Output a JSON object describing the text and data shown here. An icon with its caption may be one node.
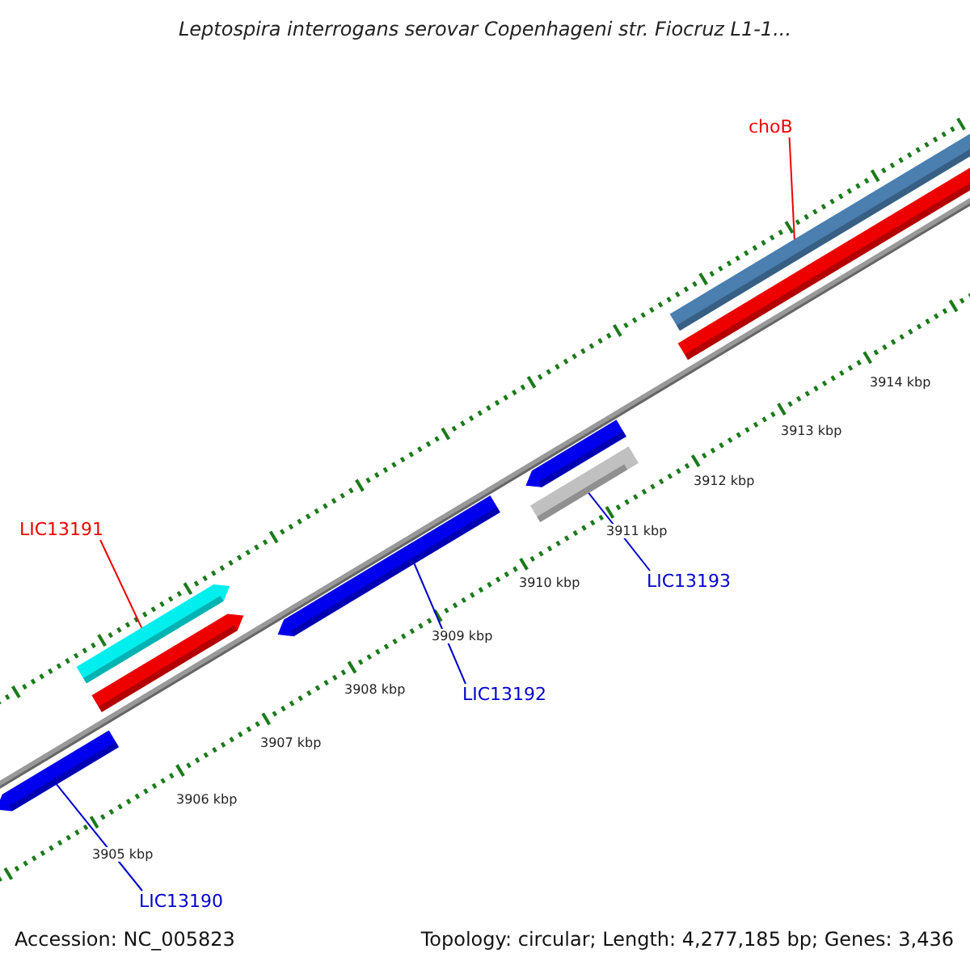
{
  "diagram": {
    "title": "Leptospira interrogans serovar Copenhageni str. Fiocruz L1-1...",
    "nodes": [
      {
        "text": [
          "choB"
        ]
      },
      {
        "text": [],
        "shape": "bar"
      },
      {
        "text": [
          "LIC13191"
        ]
      },
      {
        "text": [],
        "shape": "bar"
      },
      {
        "text": [
          "LIC13192"
        ]
      },
      {
        "text": [],
        "shape": "bar"
      },
      {
        "text": [
          "LIC13193"
        ]
      },
      {
        "text": [],
        "shape": "bar"
      },
      {
        "text": [
          "LIC13190"
        ]
      },
      {
        "text": [],
        "shape": "bar"
      },
      {
        "text": [],
        "shape": "bar"
      },
      {
        "text": [],
        "shape": "bar"
      },
      {
        "text": [],
        "shape": "bar"
      }
    ],
    "edges": [
      {
        "from": 0,
        "to": 1,
        "arrow": "none",
        "color": "#ee0000"
      },
      {
        "from": 2,
        "to": 3,
        "arrow": "none",
        "color": "#ee0000"
      },
      {
        "from": 4,
        "to": 5,
        "arrow": "none"
      },
      {
        "from": 6,
        "to": 7,
        "arrow": "none"
      },
      {
        "from": 8,
        "to": 9,
        "arrow": "none"
      }
    ],
    "labels": [
      "3914 kbp",
      "3913 kbp",
      "3912 kbp",
      "3911 kbp",
      "3910 kbp",
      "3909 kbp",
      "3908 kbp",
      "3907 kbp",
      "3906 kbp",
      "3905 kbp",
      "Accession: NC_005823",
      "Topology: circular; Length: 4,277,185 bp; Genes: 3,436"
    ]
  }
}
